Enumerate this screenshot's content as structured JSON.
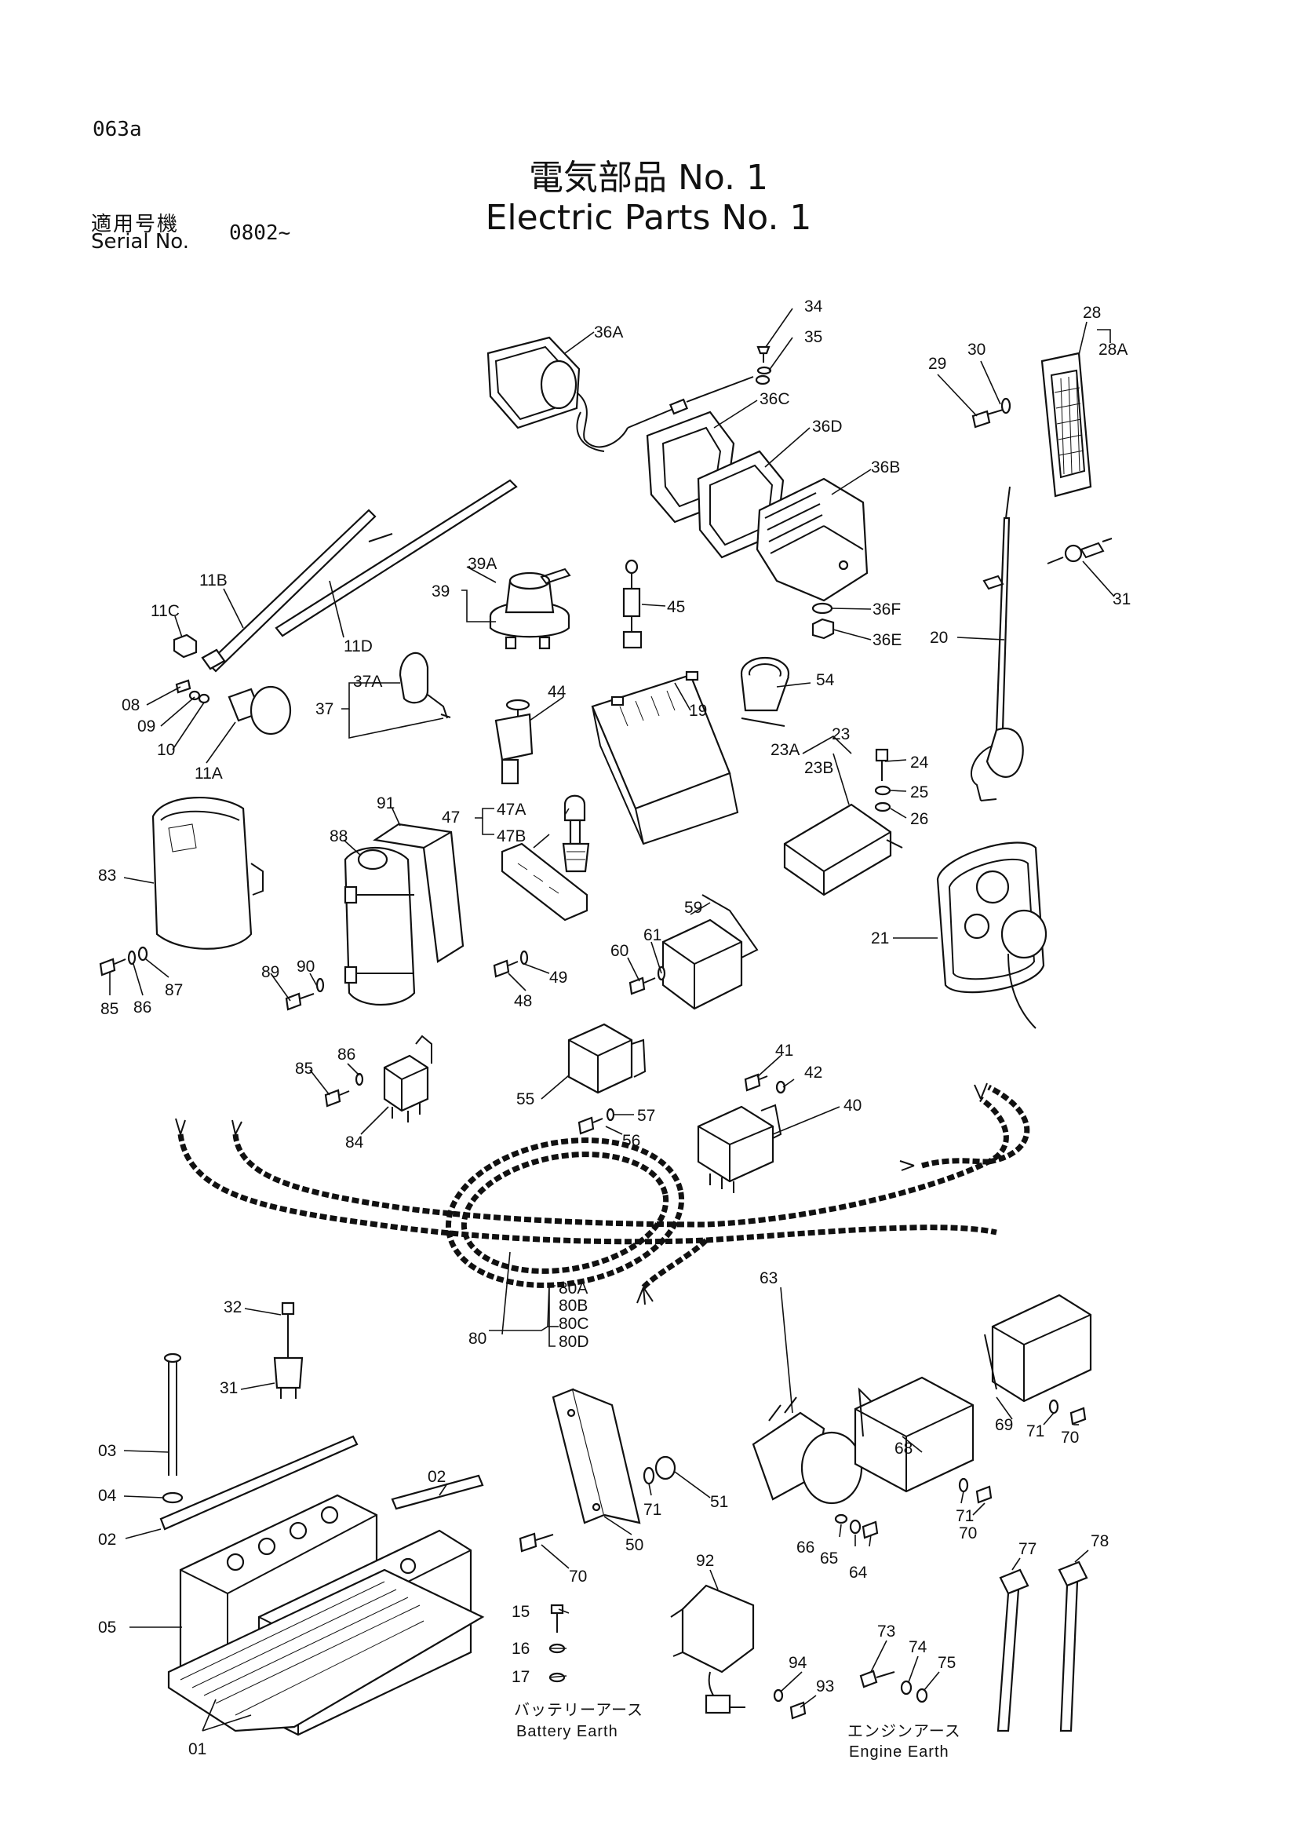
{
  "header": {
    "page_code": "063a",
    "title_jp": "電気部品 No. 1",
    "title_en": "Electric Parts No. 1",
    "serial_label_jp": "適用号機",
    "serial_label_en": "Serial No.",
    "serial_value": "0802~"
  },
  "callouts": {
    "c34": "34",
    "c35": "35",
    "c36A": "36A",
    "c36C": "36C",
    "c36D": "36D",
    "c36B": "36B",
    "c36F": "36F",
    "c36E": "36E",
    "c28": "28",
    "c28A": "28A",
    "c30": "30",
    "c29": "29",
    "c31a": "31",
    "c20": "20",
    "c11B": "11B",
    "c11C": "11C",
    "c11D": "11D",
    "c08": "08",
    "c09": "09",
    "c10": "10",
    "c11A": "11A",
    "c39": "39",
    "c39A": "39A",
    "c45": "45",
    "c37": "37",
    "c37A": "37A",
    "c44": "44",
    "c19": "19",
    "c54": "54",
    "c23": "23",
    "c23A": "23A",
    "c23B": "23B",
    "c24": "24",
    "c25": "25",
    "c26": "26",
    "c83": "83",
    "c91": "91",
    "c88": "88",
    "c47": "47",
    "c47A": "47A",
    "c47B": "47B",
    "c85a": "85",
    "c86a": "86",
    "c87": "87",
    "c89": "89",
    "c90": "90",
    "c48": "48",
    "c49": "49",
    "c60": "60",
    "c61": "61",
    "c59": "59",
    "c21": "21",
    "c85b": "85",
    "c86b": "86",
    "c84": "84",
    "c55": "55",
    "c56": "56",
    "c57": "57",
    "c41": "41",
    "c42": "42",
    "c40": "40",
    "c80": "80",
    "c80A": "80A",
    "c80B": "80B",
    "c80C": "80C",
    "c80D": "80D",
    "c32": "32",
    "c31b": "31",
    "c03": "03",
    "c04": "04",
    "c02a": "02",
    "c02b": "02",
    "c05": "05",
    "c01": "01",
    "c71a": "71",
    "c51": "51",
    "c50": "50",
    "c70a": "70",
    "c63": "63",
    "c68": "68",
    "c71b": "71",
    "c70b": "70",
    "c69": "69",
    "c71c": "71",
    "c70c": "70",
    "c66": "66",
    "c65": "65",
    "c64": "64",
    "c15": "15",
    "c16": "16",
    "c17": "17",
    "c92": "92",
    "c94": "94",
    "c93": "93",
    "c73": "73",
    "c74": "74",
    "c75": "75",
    "c77": "77",
    "c78": "78"
  },
  "captions": {
    "battery_earth_jp": "バッテリーアース",
    "battery_earth_en": "Battery Earth",
    "engine_earth_jp": "エンジンアース",
    "engine_earth_en": "Engine Earth"
  }
}
